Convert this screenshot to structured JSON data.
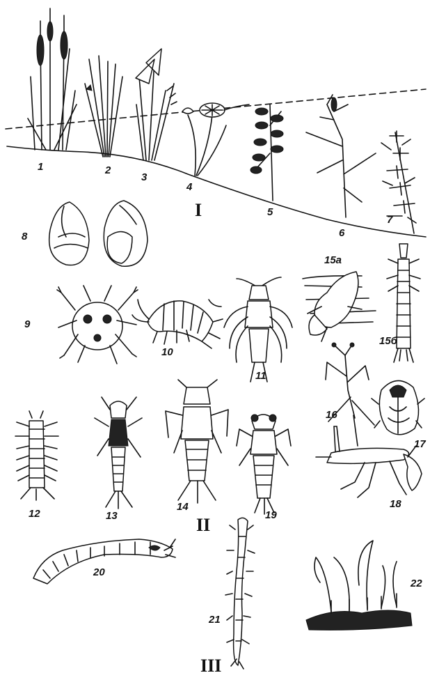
{
  "zones": {
    "zone_1": "I",
    "zone_2": "II",
    "zone_3": "III"
  },
  "numbers": {
    "n1": "1",
    "n2": "2",
    "n3": "3",
    "n4": "4",
    "n5": "5",
    "n6": "6",
    "n7": "7",
    "n8": "8",
    "n9": "9",
    "n10": "10",
    "n11": "11",
    "n12": "12",
    "n13": "13",
    "n14": "14",
    "n15a": "15а",
    "n15b": "15б",
    "n16": "16",
    "n17": "17",
    "n18": "18",
    "n19": "19",
    "n20": "20",
    "n21": "21",
    "n22": "22"
  }
}
